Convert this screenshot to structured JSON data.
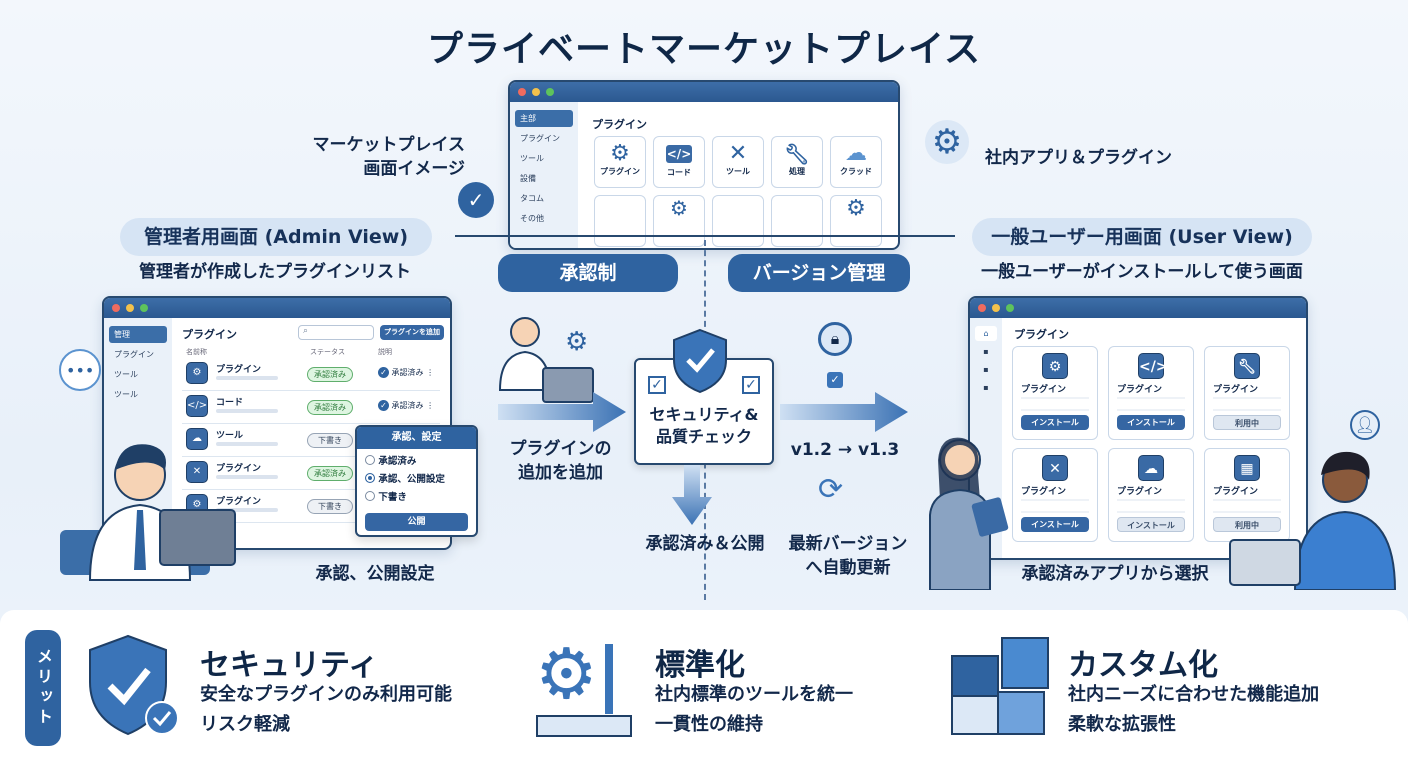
{
  "title": "プライベートマーケットプレイス",
  "top": {
    "caption": "マーケットプレイス\n画面イメージ",
    "right_caption": "社内アプリ＆プラグイン",
    "sidebar": [
      "主部",
      "プラグイン",
      "ツール",
      "設備",
      "タコム",
      "その他"
    ],
    "heading": "プラグイン",
    "tiles": [
      "プラグイン",
      "コード",
      "ツール",
      "処理",
      "クラッド"
    ]
  },
  "admin": {
    "pill": "管理者用画面 (Admin View)",
    "subtitle": "管理者が作成したプラグインリスト",
    "sidebar": [
      "管理",
      "プラグイン",
      "ツール",
      "ツール"
    ],
    "heading": "プラグイン",
    "add_button": "プラグインを追加",
    "columns": [
      "名前称",
      "ステータス",
      "説明"
    ],
    "rows": [
      {
        "name": "プラグイン",
        "status": "承認済み",
        "state": "承認済み"
      },
      {
        "name": "コード",
        "status": "承認済み",
        "state": "承認済み"
      },
      {
        "name": "ツール",
        "status": "下書き"
      },
      {
        "name": "プラグイン",
        "status": "承認済み"
      },
      {
        "name": "プラグイン",
        "status": "下書き"
      }
    ],
    "popup": {
      "title": "承認、設定",
      "options": [
        "承認済み",
        "承認、公開設定",
        "下書き"
      ],
      "selected": 1,
      "button": "公開"
    },
    "caption": "承認、公開設定"
  },
  "center": {
    "approval_pill": "承認制",
    "version_pill": "バージョン管理",
    "add_text": "プラグインの\n追加を追加",
    "check_box": "セキュリティ&\n品質チェック",
    "published": "承認済み＆公開",
    "version_change": "v1.2 → v1.3",
    "auto_update": "最新バージョン\nへ自動更新"
  },
  "user": {
    "pill": "一般ユーザー用画面 (User View)",
    "subtitle": "一般ユーザーがインストールして使う画面",
    "heading": "プラグイン",
    "cards": [
      {
        "name": "プラグイン",
        "button": "インストール",
        "active": true
      },
      {
        "name": "プラグイン",
        "button": "インストール",
        "active": true
      },
      {
        "name": "プラグイン",
        "button": "利用中",
        "active": false
      },
      {
        "name": "プラグイン",
        "button": "インストール",
        "active": true
      },
      {
        "name": "プラグイン",
        "button": "インストール",
        "active": false
      },
      {
        "name": "プラグイン",
        "button": "利用中",
        "active": false
      }
    ],
    "caption": "承認済みアプリから選択"
  },
  "merits": {
    "label": "メリット",
    "items": [
      {
        "title": "セキュリティ",
        "lines": [
          "安全なプラグインのみ利用可能",
          "リスク軽減"
        ]
      },
      {
        "title": "標準化",
        "lines": [
          "社内標準のツールを統一",
          "一貫性の維持"
        ]
      },
      {
        "title": "カスタム化",
        "lines": [
          "社内ニーズに合わせた機能追加",
          "柔軟な拡張性"
        ]
      }
    ]
  },
  "colors": {
    "primary": "#2f63a0",
    "navy": "#0f2747",
    "light": "#d6e4f4",
    "approved": "#5fae6c"
  }
}
